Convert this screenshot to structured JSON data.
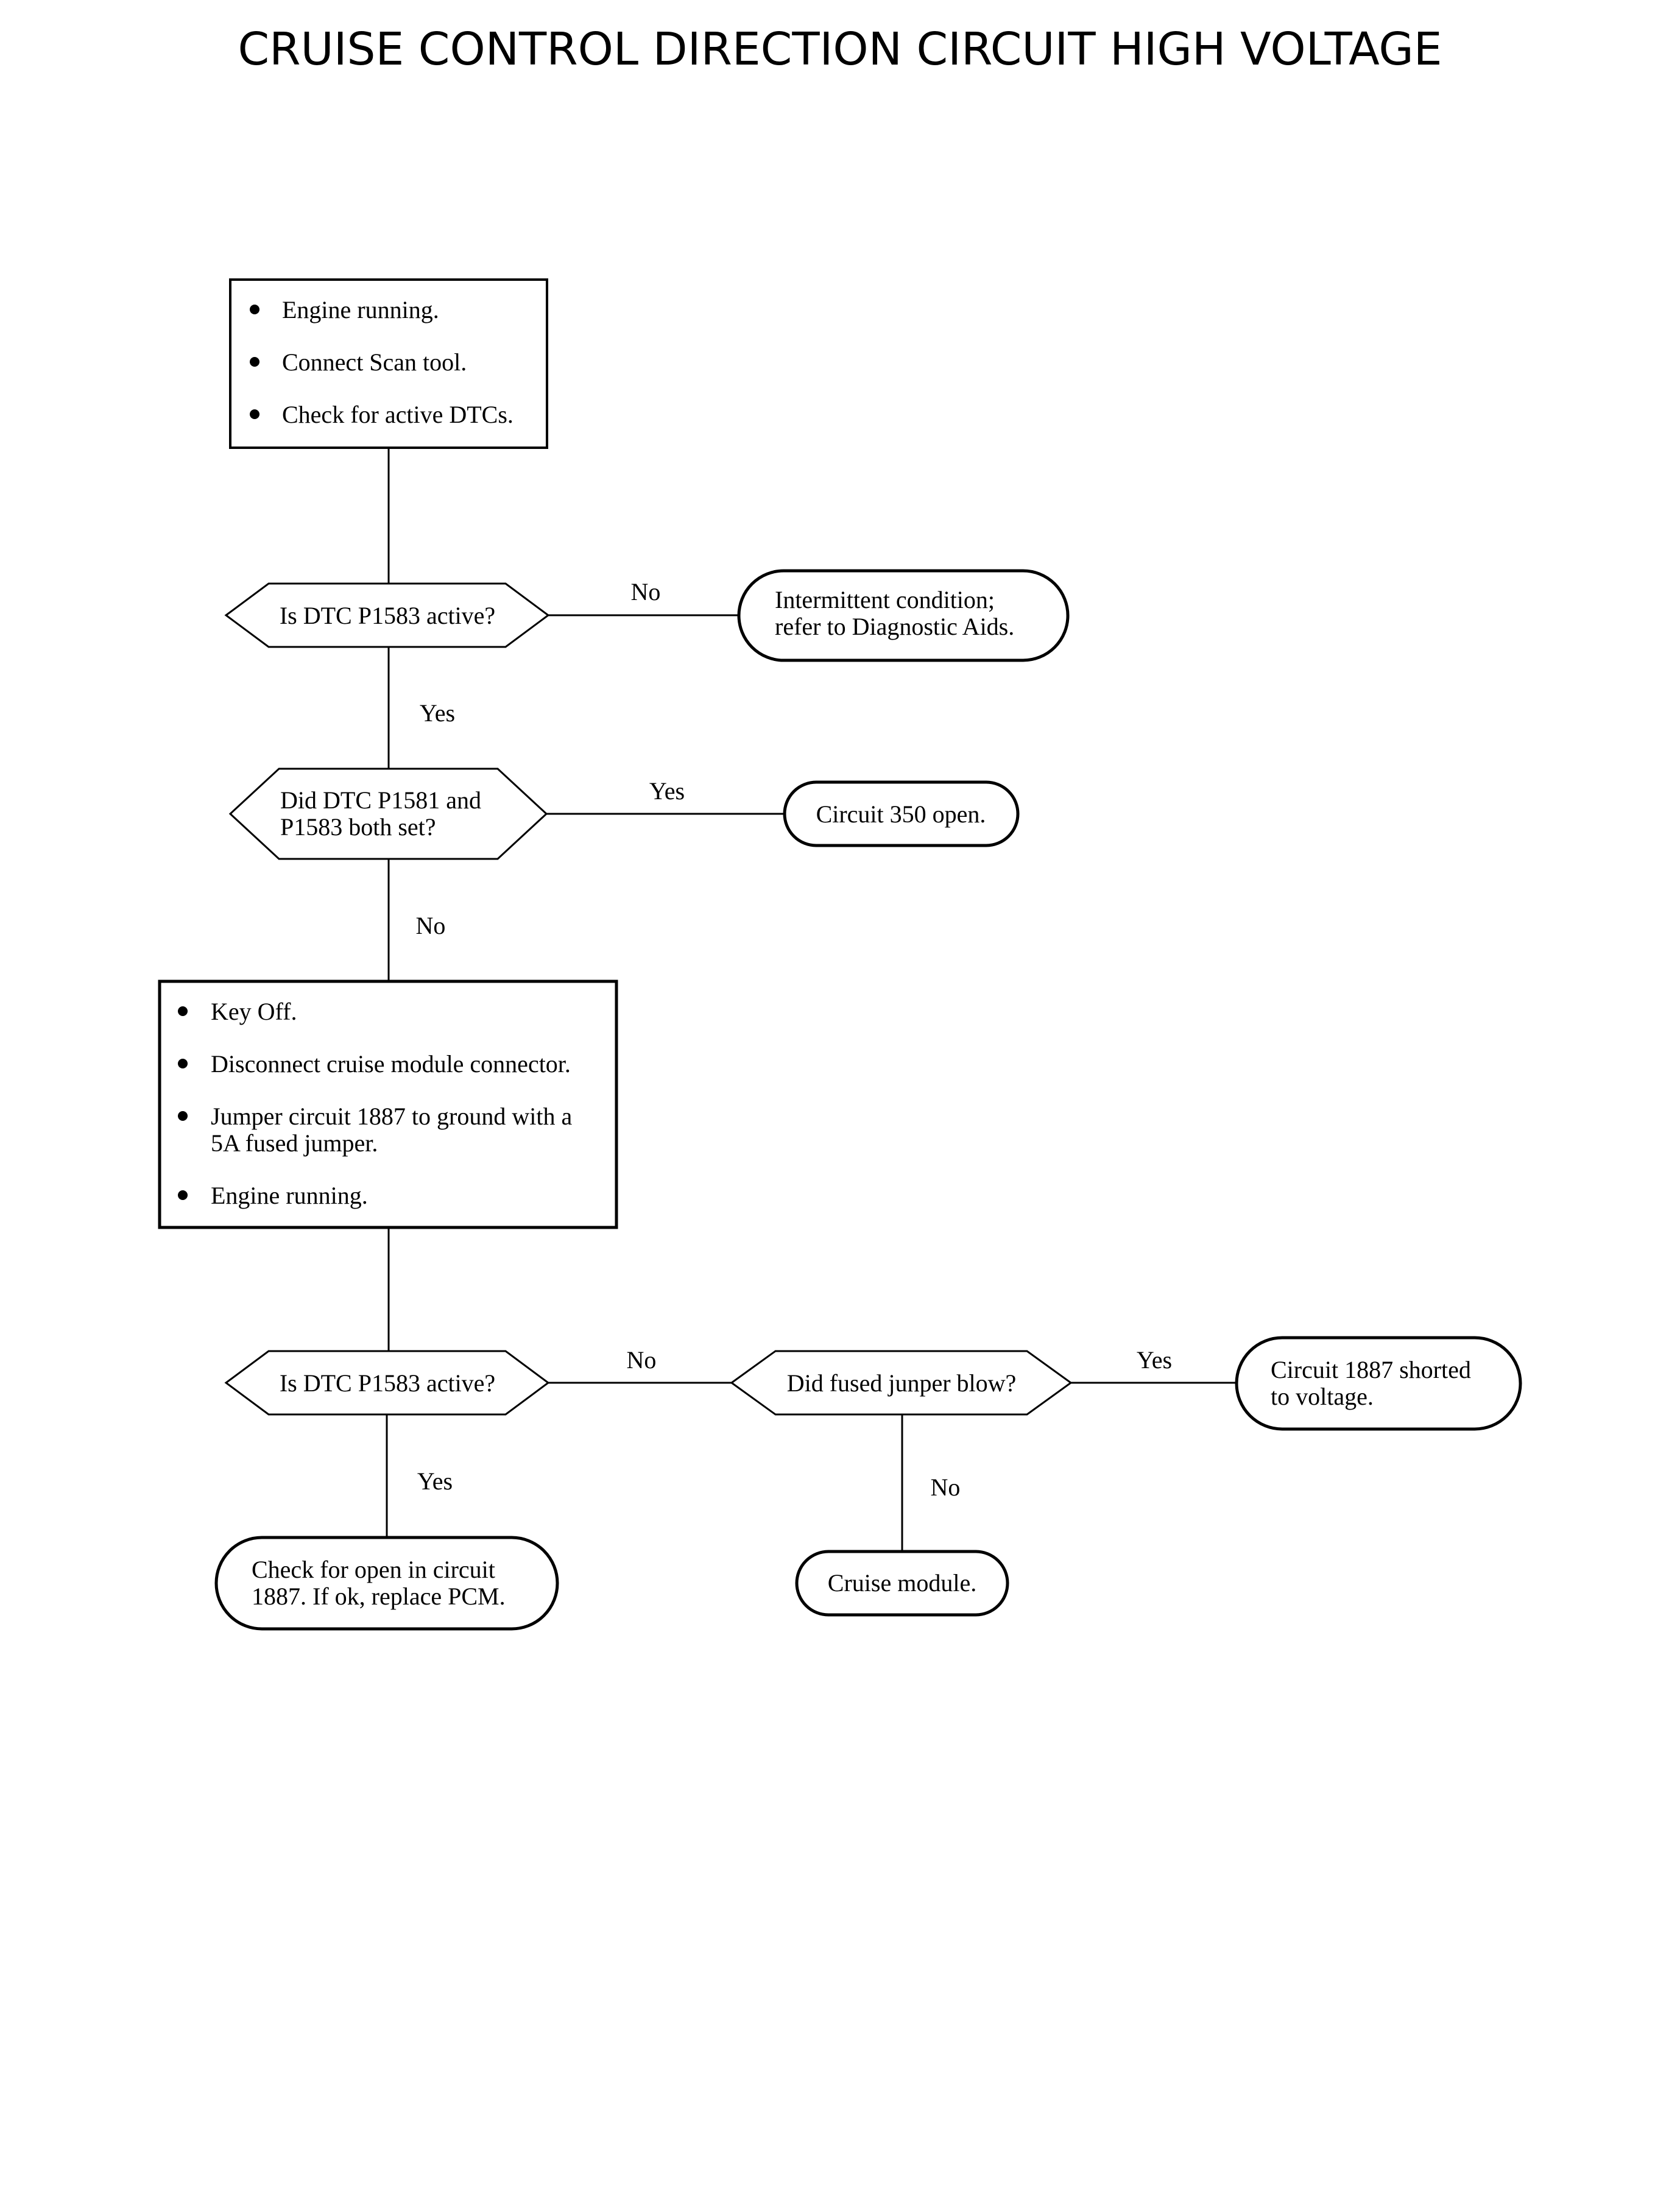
{
  "title": "CRUISE CONTROL DIRECTION CIRCUIT HIGH VOLTAGE",
  "nodes": {
    "start_box": {
      "type": "process",
      "bullets": [
        "Engine running.",
        "Connect Scan tool.",
        "Check for active DTCs."
      ]
    },
    "decision_1": {
      "type": "decision",
      "lines": [
        "Is DTC P1583 active?"
      ]
    },
    "end_intermittent": {
      "type": "terminal",
      "lines": [
        "Intermittent condition;",
        "refer to Diagnostic Aids."
      ]
    },
    "decision_2": {
      "type": "decision",
      "lines": [
        "Did DTC P1581 and",
        "P1583 both set?"
      ]
    },
    "end_circuit_350": {
      "type": "terminal",
      "lines": [
        "Circuit 350 open."
      ]
    },
    "process_box_2": {
      "type": "process",
      "bullets": [
        [
          "Key Off."
        ],
        [
          "Disconnect cruise module connector."
        ],
        [
          "Jumper circuit 1887 to ground with a",
          "5A fused jumper."
        ],
        [
          "Engine running."
        ]
      ]
    },
    "decision_3": {
      "type": "decision",
      "lines": [
        "Is DTC P1583 active?"
      ]
    },
    "decision_4": {
      "type": "decision",
      "lines": [
        "Did fused junper blow?"
      ]
    },
    "end_shorted": {
      "type": "terminal",
      "lines": [
        "Circuit 1887 shorted",
        "to voltage."
      ]
    },
    "end_check_open": {
      "type": "terminal",
      "lines": [
        "Check for open in circuit",
        "1887. If ok, replace PCM."
      ]
    },
    "end_cruise_module": {
      "type": "terminal",
      "lines": [
        "Cruise module."
      ]
    }
  },
  "edges": [
    {
      "from": "start_box",
      "to": "decision_1",
      "label": ""
    },
    {
      "from": "decision_1",
      "to": "end_intermittent",
      "label": "No"
    },
    {
      "from": "decision_1",
      "to": "decision_2",
      "label": "Yes"
    },
    {
      "from": "decision_2",
      "to": "end_circuit_350",
      "label": "Yes"
    },
    {
      "from": "decision_2",
      "to": "process_box_2",
      "label": "No"
    },
    {
      "from": "process_box_2",
      "to": "decision_3",
      "label": ""
    },
    {
      "from": "decision_3",
      "to": "decision_4",
      "label": "No"
    },
    {
      "from": "decision_3",
      "to": "end_check_open",
      "label": "Yes"
    },
    {
      "from": "decision_4",
      "to": "end_shorted",
      "label": "Yes"
    },
    {
      "from": "decision_4",
      "to": "end_cruise_module",
      "label": "No"
    }
  ]
}
